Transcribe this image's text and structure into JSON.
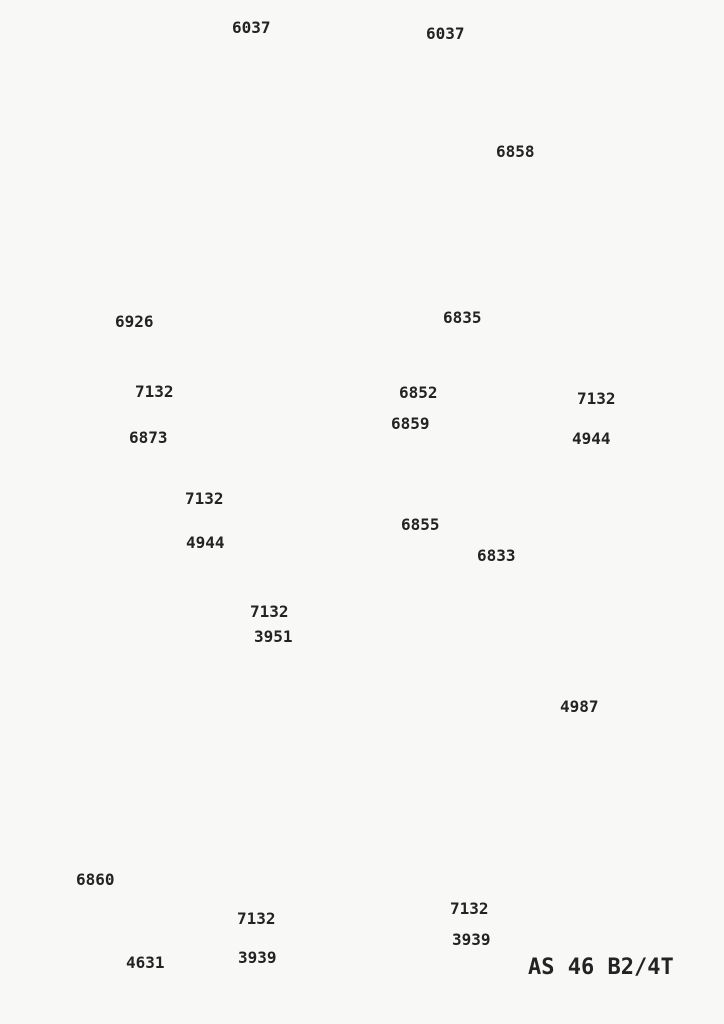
{
  "diagram": {
    "model": "AS 46 B2/4T"
  },
  "callouts": [
    {
      "id": "nut-top-left",
      "label": "6037"
    },
    {
      "id": "nut-top-right",
      "label": "6037"
    },
    {
      "id": "engine-cover",
      "label": "6858"
    },
    {
      "id": "grommet",
      "label": "6926"
    },
    {
      "id": "mounting-ring",
      "label": "6835"
    },
    {
      "id": "washer-upper-left",
      "label": "7132"
    },
    {
      "id": "pin",
      "label": "6852"
    },
    {
      "id": "washer-upper-right",
      "label": "7132"
    },
    {
      "id": "bolt-left",
      "label": "6873"
    },
    {
      "id": "bolt-right",
      "label": "4944"
    },
    {
      "id": "pulley-adapter",
      "label": "6859"
    },
    {
      "id": "washer-mid-left",
      "label": "7132"
    },
    {
      "id": "bolt-mid-left",
      "label": "4944"
    },
    {
      "id": "bearing",
      "label": "6855"
    },
    {
      "id": "fan-housing-group",
      "label": "6833"
    },
    {
      "id": "washer-center",
      "label": "7132"
    },
    {
      "id": "screw-center",
      "label": "3951"
    },
    {
      "id": "deck-housing",
      "label": "4987"
    },
    {
      "id": "deflector",
      "label": "6860"
    },
    {
      "id": "washer-bottom-center",
      "label": "7132"
    },
    {
      "id": "screw-bottom-center",
      "label": "3939"
    },
    {
      "id": "washer-bottom-right",
      "label": "7132"
    },
    {
      "id": "screw-bottom-right",
      "label": "3939"
    },
    {
      "id": "screw-bottom-left",
      "label": "4631"
    }
  ]
}
